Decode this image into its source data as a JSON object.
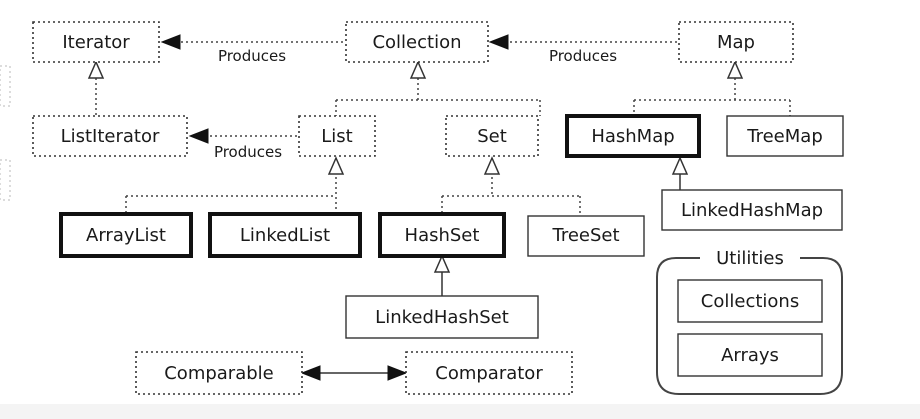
{
  "nodes": {
    "iterator": "Iterator",
    "collection": "Collection",
    "map": "Map",
    "list_iterator": "ListIterator",
    "list": "List",
    "set": "Set",
    "hash_map": "HashMap",
    "tree_map": "TreeMap",
    "linked_hash_map": "LinkedHashMap",
    "array_list": "ArrayList",
    "linked_list": "LinkedList",
    "hash_set": "HashSet",
    "tree_set": "TreeSet",
    "linked_hash_set": "LinkedHashSet",
    "comparable": "Comparable",
    "comparator": "Comparator"
  },
  "edges": {
    "collection_produces_iterator": "Produces",
    "map_produces_collection": "Produces",
    "list_produces_listiterator": "Produces"
  },
  "utilities": {
    "title": "Utilities",
    "collections": "Collections",
    "arrays": "Arrays"
  }
}
